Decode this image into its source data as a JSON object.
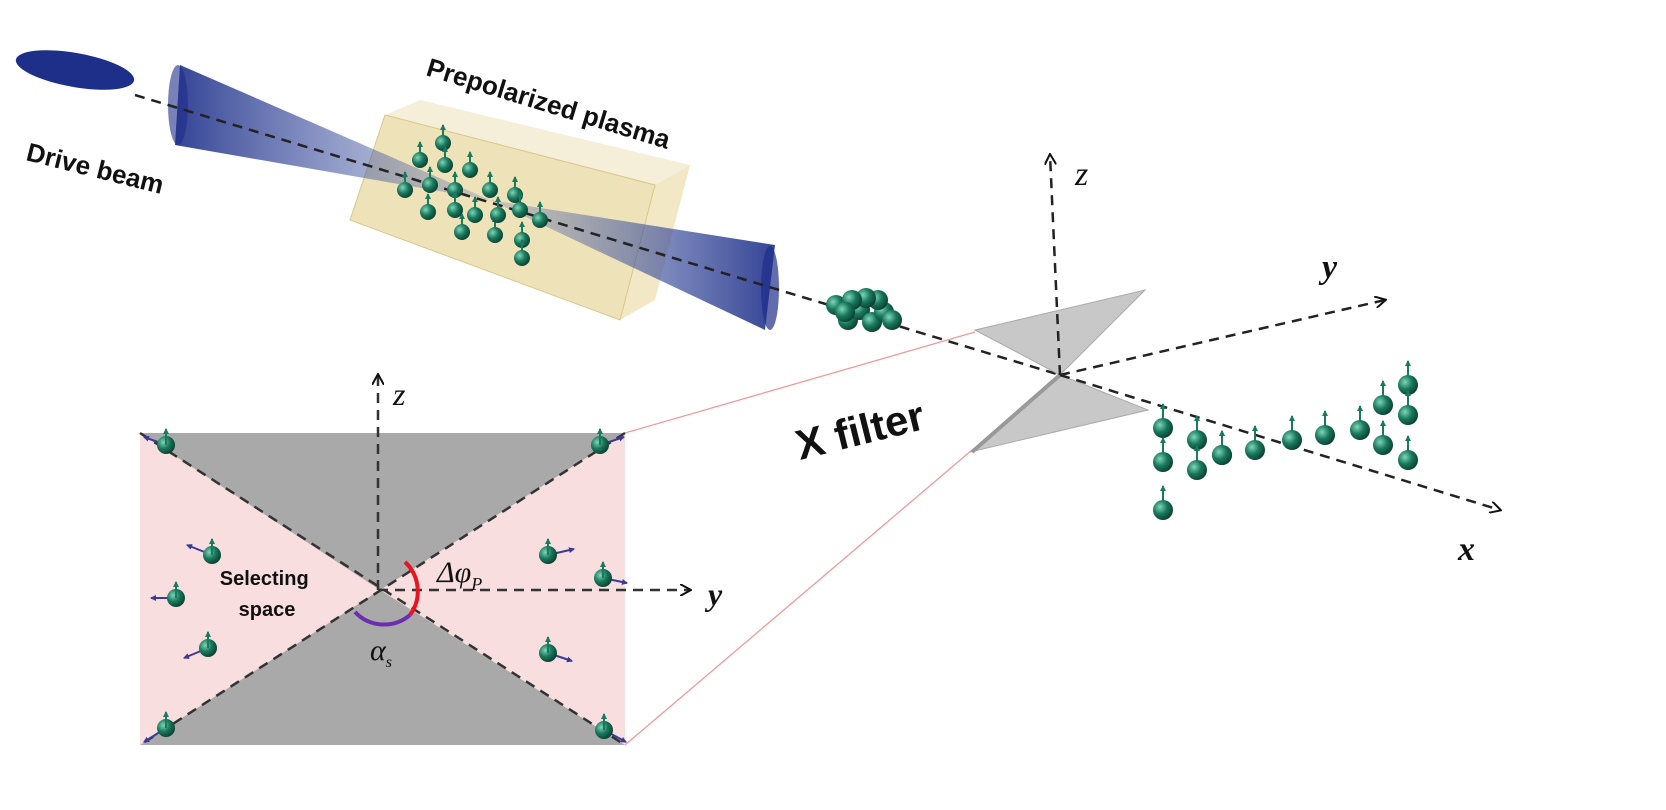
{
  "labels": {
    "drive_beam": "Drive beam",
    "prepolarized_plasma": "Prepolarized plasma",
    "x_filter": "X filter",
    "selecting_space_line1": "Selecting",
    "selecting_space_line2": "space",
    "axis_z_main": "z",
    "axis_y_main": "y",
    "axis_x_main": "x",
    "axis_z_panel": "z",
    "axis_y_panel": "y",
    "delta_phi": "Δφ",
    "delta_phi_sub": "P",
    "alpha": "α",
    "alpha_sub": "s"
  },
  "colors": {
    "beam": "#1e2f8a",
    "particle": "#1a7a5e",
    "plasma_box": "#e8d9a0",
    "filter": "#c4c4c4",
    "panel_pink": "#f8dede",
    "panel_gray": "#a9a9a9",
    "delta_phi_arc": "#e8141e",
    "alpha_arc": "#6a2fb0"
  }
}
